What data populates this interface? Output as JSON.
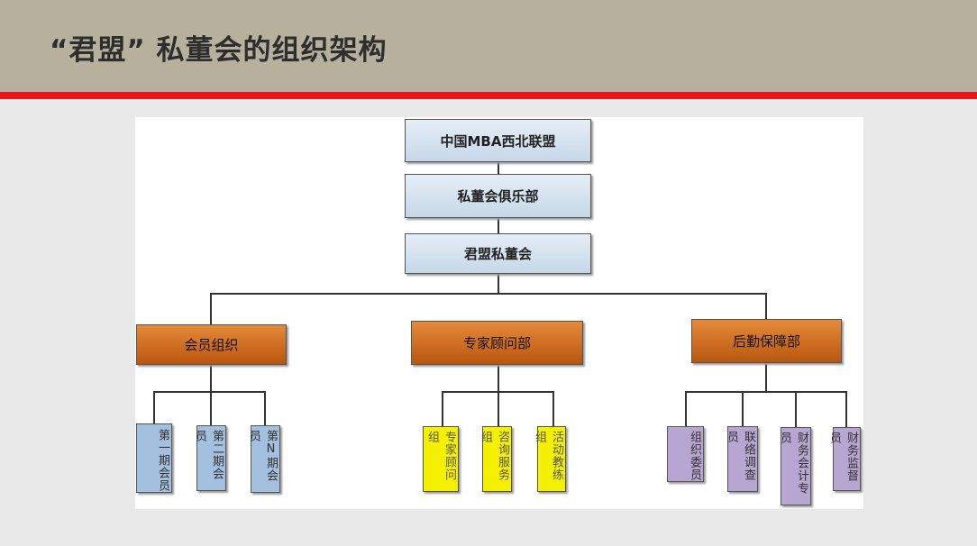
{
  "title": "“君盟” 私董会的组织架构",
  "top": [
    "中国MBA西北联盟",
    "私董会俱乐部",
    "君盟私董会"
  ],
  "depts": [
    "会员组织",
    "专家顾问部",
    "后勤保障部"
  ],
  "members": [
    "第一期会员",
    "第二期会员",
    "第N期会员"
  ],
  "experts": [
    "专家顾问组",
    "咨询服务组",
    "活动教练组"
  ],
  "logistics": [
    "组织委员",
    "联络调查员",
    "财务会计专员",
    "财务监督员"
  ]
}
